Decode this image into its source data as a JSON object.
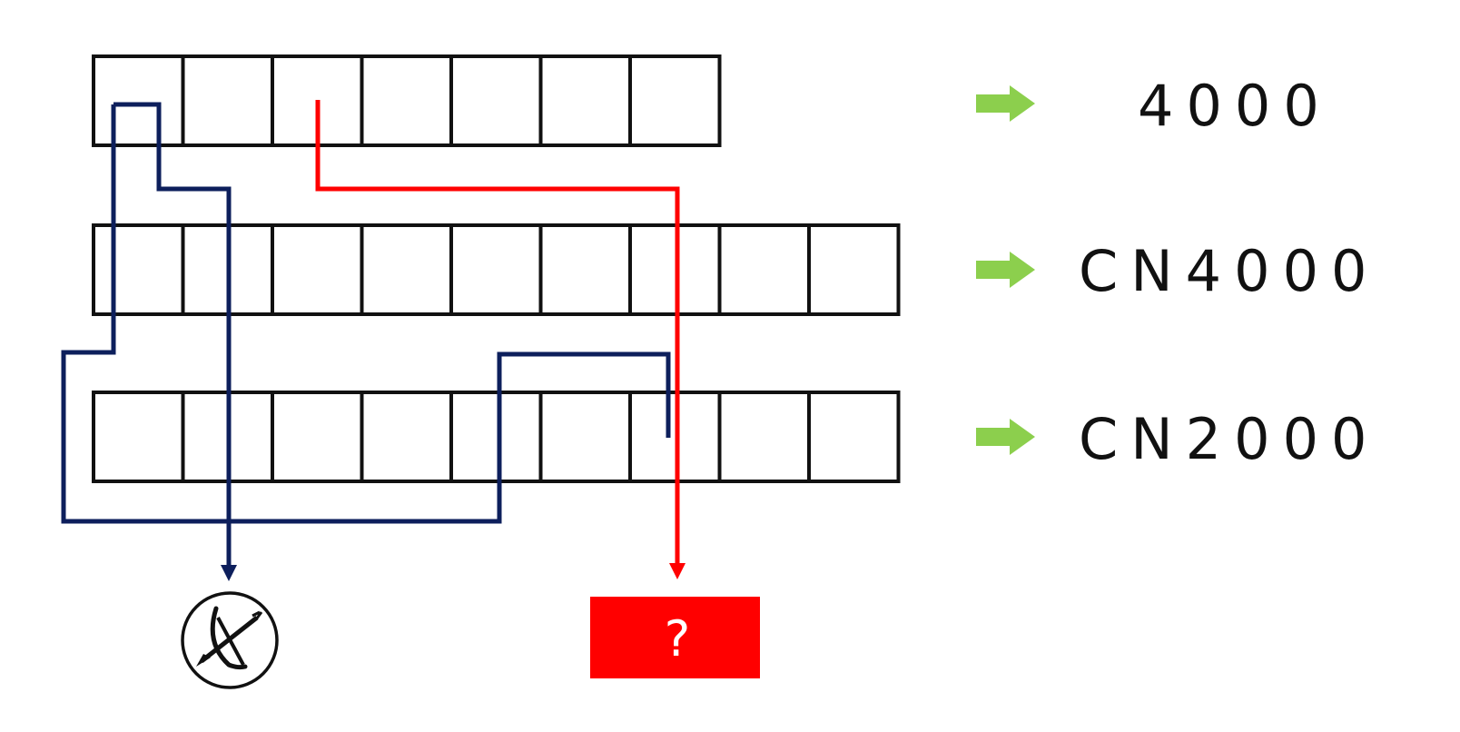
{
  "diagram": {
    "rows": [
      {
        "id": "row-1",
        "cells": 7,
        "label": "4000"
      },
      {
        "id": "row-2",
        "cells": 9,
        "label": "CN4000"
      },
      {
        "id": "row-3",
        "cells": 9,
        "label": "CN2000"
      }
    ],
    "answer_box": {
      "text": "?"
    },
    "colors": {
      "grid_stroke": "#111111",
      "navy_path": "#0d1f5c",
      "red_path": "#ff0000",
      "green_arrow": "#8ccf4d",
      "answer_box_fill": "#ff0000"
    },
    "icons": {
      "result_icon": "crossed-bow-and-arrow-icon",
      "row_arrow": "green-right-arrow-icon"
    }
  }
}
